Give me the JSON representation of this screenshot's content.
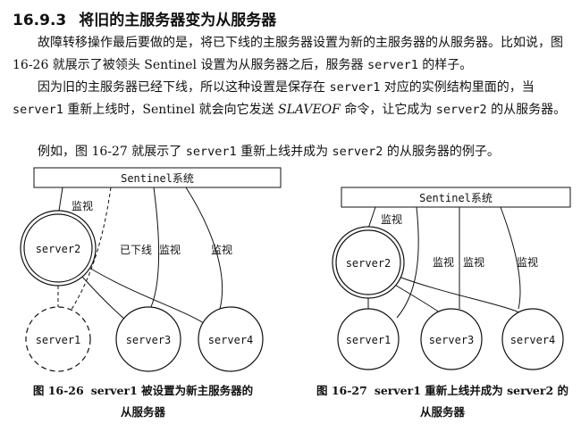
{
  "section": {
    "number": "16.9.3",
    "title": "将旧的主服务器变为从服务器"
  },
  "paragraphs": {
    "p1": {
      "t1": "故障转移操作最后要做的是，将已下线的主服务器设置为新的主服务器的从服务器。比如说，图 16-26 就展示了被领头 Sentinel 设置为从服务器之后，服务器 ",
      "c1": "server1",
      "t2": " 的样子。"
    },
    "p2": {
      "t1": "因为旧的主服务器已经下线，所以这种设置是保存在 ",
      "c1": "server1",
      "t2": " 对应的实例结构里面的，当 ",
      "c2": "server1",
      "t3": " 重新上线时，Sentinel 就会向它发送 ",
      "i1": "SLAVEOF",
      "t4": " 命令，让它成为 ",
      "c3": "server2",
      "t5": " 的从服务器。"
    },
    "p3": {
      "t1": "例如，图 16-27 就展示了 ",
      "c1": "server1",
      "t2": " 重新上线并成为 ",
      "c2": "server2",
      "t3": " 的从服务器的例子。"
    }
  },
  "figure1": {
    "sentinel_label": "Sentinel系统",
    "edge_labels": {
      "monitor_master": "监视",
      "offline": "已下线",
      "monitor_s3": "监视",
      "monitor_s4": "监视"
    },
    "nodes": {
      "master": "server2",
      "old_master": "server1",
      "slave_a": "server3",
      "slave_b": "server4"
    },
    "caption": {
      "number": "图 16-26",
      "line1": "server1 被设置为新主服务器的",
      "line2": "从服务器"
    }
  },
  "figure2": {
    "sentinel_label": "Sentinel系统",
    "edge_labels": {
      "monitor_master": "监视",
      "monitor_s1": "监视",
      "monitor_s3": "监视",
      "monitor_s4": "监视"
    },
    "nodes": {
      "master": "server2",
      "slave_1": "server1",
      "slave_a": "server3",
      "slave_b": "server4"
    },
    "caption": {
      "number": "图 16-27",
      "line1": "server1 重新上线并成为 server2 的",
      "line2": "从服务器"
    }
  }
}
